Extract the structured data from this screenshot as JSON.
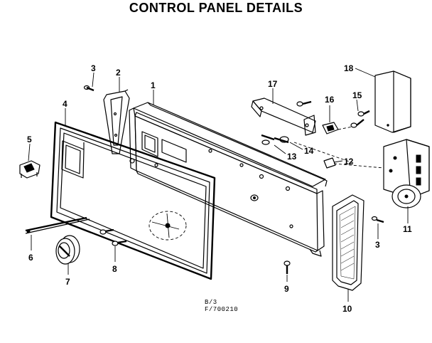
{
  "title": "CONTROL PANEL DETAILS",
  "reference": {
    "line1": "B/3",
    "line2": "F/700210"
  },
  "callouts": [
    {
      "id": "p1",
      "label": "1"
    },
    {
      "id": "p2",
      "label": "2"
    },
    {
      "id": "p3a",
      "label": "3"
    },
    {
      "id": "p3b",
      "label": "3"
    },
    {
      "id": "p4",
      "label": "4"
    },
    {
      "id": "p5",
      "label": "5"
    },
    {
      "id": "p6",
      "label": "6"
    },
    {
      "id": "p7",
      "label": "7"
    },
    {
      "id": "p8",
      "label": "8"
    },
    {
      "id": "p9",
      "label": "9"
    },
    {
      "id": "p10",
      "label": "10"
    },
    {
      "id": "p11",
      "label": "11"
    },
    {
      "id": "p12",
      "label": "12"
    },
    {
      "id": "p13",
      "label": "13"
    },
    {
      "id": "p14",
      "label": "14"
    },
    {
      "id": "p15",
      "label": "15"
    },
    {
      "id": "p16",
      "label": "16"
    },
    {
      "id": "p17",
      "label": "17"
    },
    {
      "id": "p18",
      "label": "18"
    }
  ]
}
